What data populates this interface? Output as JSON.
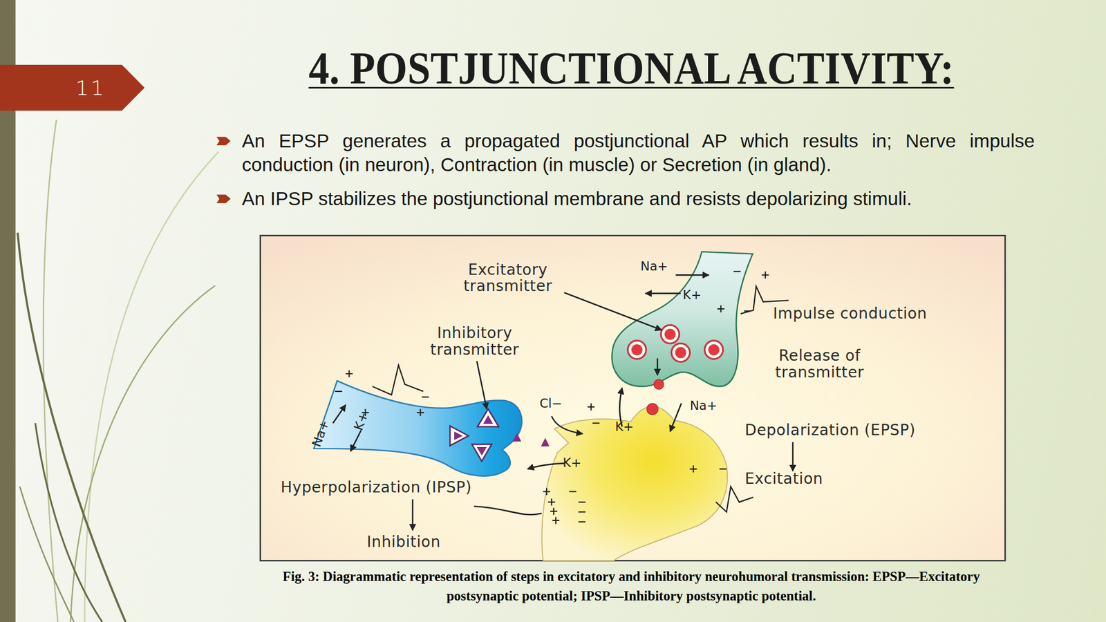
{
  "diagram": {
    "title": "4. POSTJUNCTIONAL ACTIVITY:",
    "caption": "Fig. 3: Diagrammatic representation of steps in excitatory and inhibitory neurohumoral transmission: EPSP—Excitatory postsynaptic potential; IPSP—Inhibitory postsynaptic potential.",
    "nodes": [
      {
        "text": [
          "11"
        ]
      }
    ],
    "labels": [
      "An EPSP generates a propagated postjunctional AP which results in; Nerve impulse conduction (in neuron), Contraction (in muscle) or Secretion (in gland).",
      "An IPSP stabilizes the postjunctional membrane and resists depolarizing stimuli.",
      "Excitatory transmitter",
      "Na+",
      "K+",
      "Impulse conduction",
      "Inhibitory transmitter",
      "Release of transmitter",
      "Cl−",
      "Na+",
      "Na+",
      "K+",
      "K+",
      "Depolarization (EPSP)",
      "K+",
      "Excitation",
      "Hyperpolarization (IPSP)",
      "Inhibition"
    ]
  }
}
